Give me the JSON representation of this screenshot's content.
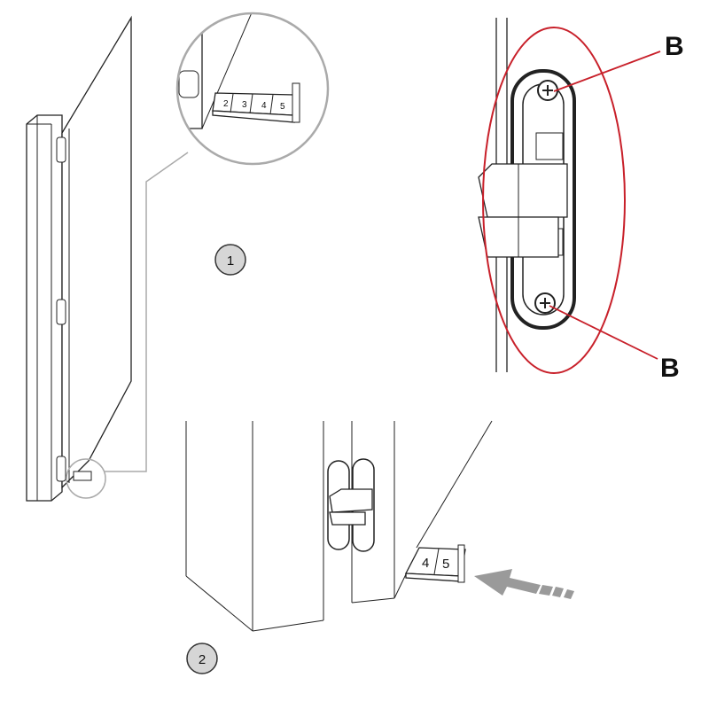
{
  "steps": {
    "step1": "1",
    "step2": "2"
  },
  "callouts": {
    "top": "B",
    "bottom": "B"
  },
  "magnifier_shim_labels": [
    "2",
    "3",
    "4",
    "5"
  ],
  "bottom_shim_labels": [
    "4",
    "5"
  ],
  "colors": {
    "highlight": "#c8202a",
    "arrow": "#9a9a9a",
    "step_badge": "#d6d6d6"
  }
}
